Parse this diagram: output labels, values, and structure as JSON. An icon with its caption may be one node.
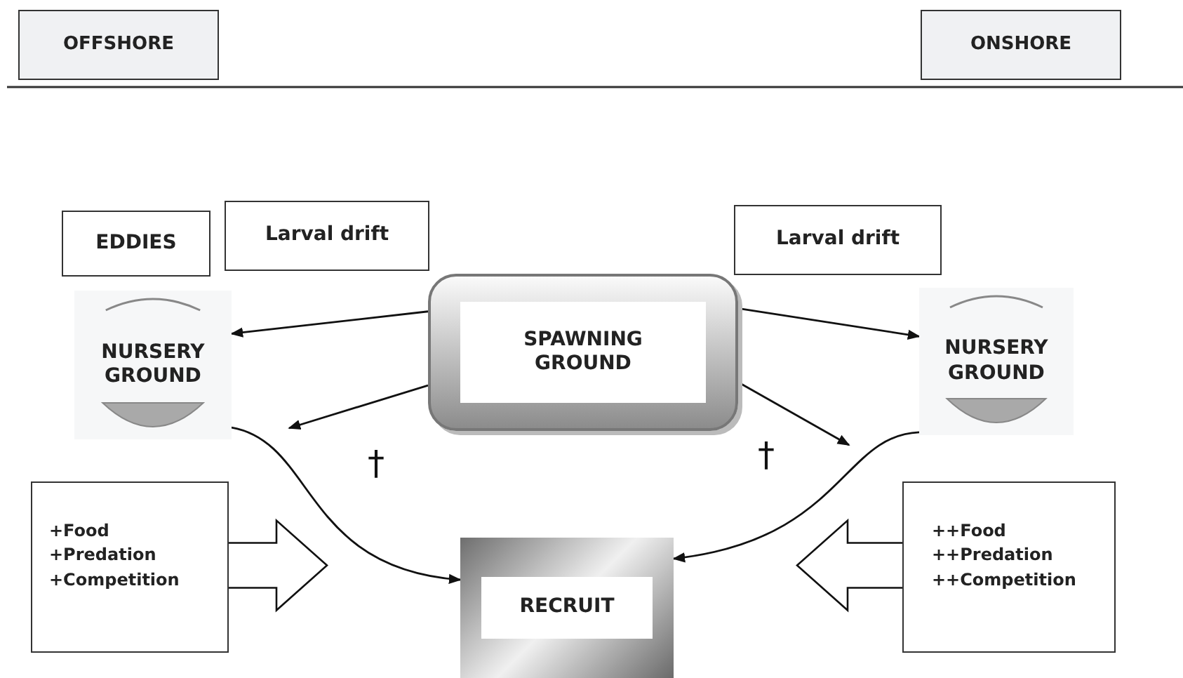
{
  "diagram": {
    "nodes": [
      {
        "text": [
          "OFFSHORE"
        ]
      },
      {
        "text": [
          "ONSHORE"
        ]
      },
      {
        "text": [
          "EDDIES"
        ]
      },
      {
        "text": [
          "Larval drift"
        ]
      },
      {
        "text": [
          "Larval drift"
        ]
      },
      {
        "text": [
          "NURSERY GROUND"
        ]
      },
      {
        "text": [
          "SPAWNING GROUND"
        ]
      },
      {
        "text": [
          "NURSERY GROUND"
        ]
      },
      {
        "text": [
          "+Food",
          "+Predation",
          "+Competition"
        ]
      },
      {
        "text": [
          "RECRUIT"
        ]
      },
      {
        "text": [
          "++Food",
          "++Predation",
          "++Competition"
        ]
      }
    ],
    "edges": [
      {
        "from": 6,
        "to": 5,
        "arrow": "to"
      },
      {
        "from": 6,
        "to": null,
        "arrow": "to"
      },
      {
        "from": 5,
        "to": 9,
        "arrow": "to"
      },
      {
        "from": 6,
        "to": 7,
        "arrow": "to"
      },
      {
        "from": 6,
        "to": null,
        "arrow": "to"
      },
      {
        "from": 7,
        "to": 9,
        "arrow": "to"
      },
      {
        "from": 8,
        "to": null,
        "arrow": "to",
        "style": "thick"
      },
      {
        "from": 10,
        "to": null,
        "arrow": "to",
        "style": "thick"
      }
    ],
    "labels": [
      "†",
      "†"
    ]
  }
}
